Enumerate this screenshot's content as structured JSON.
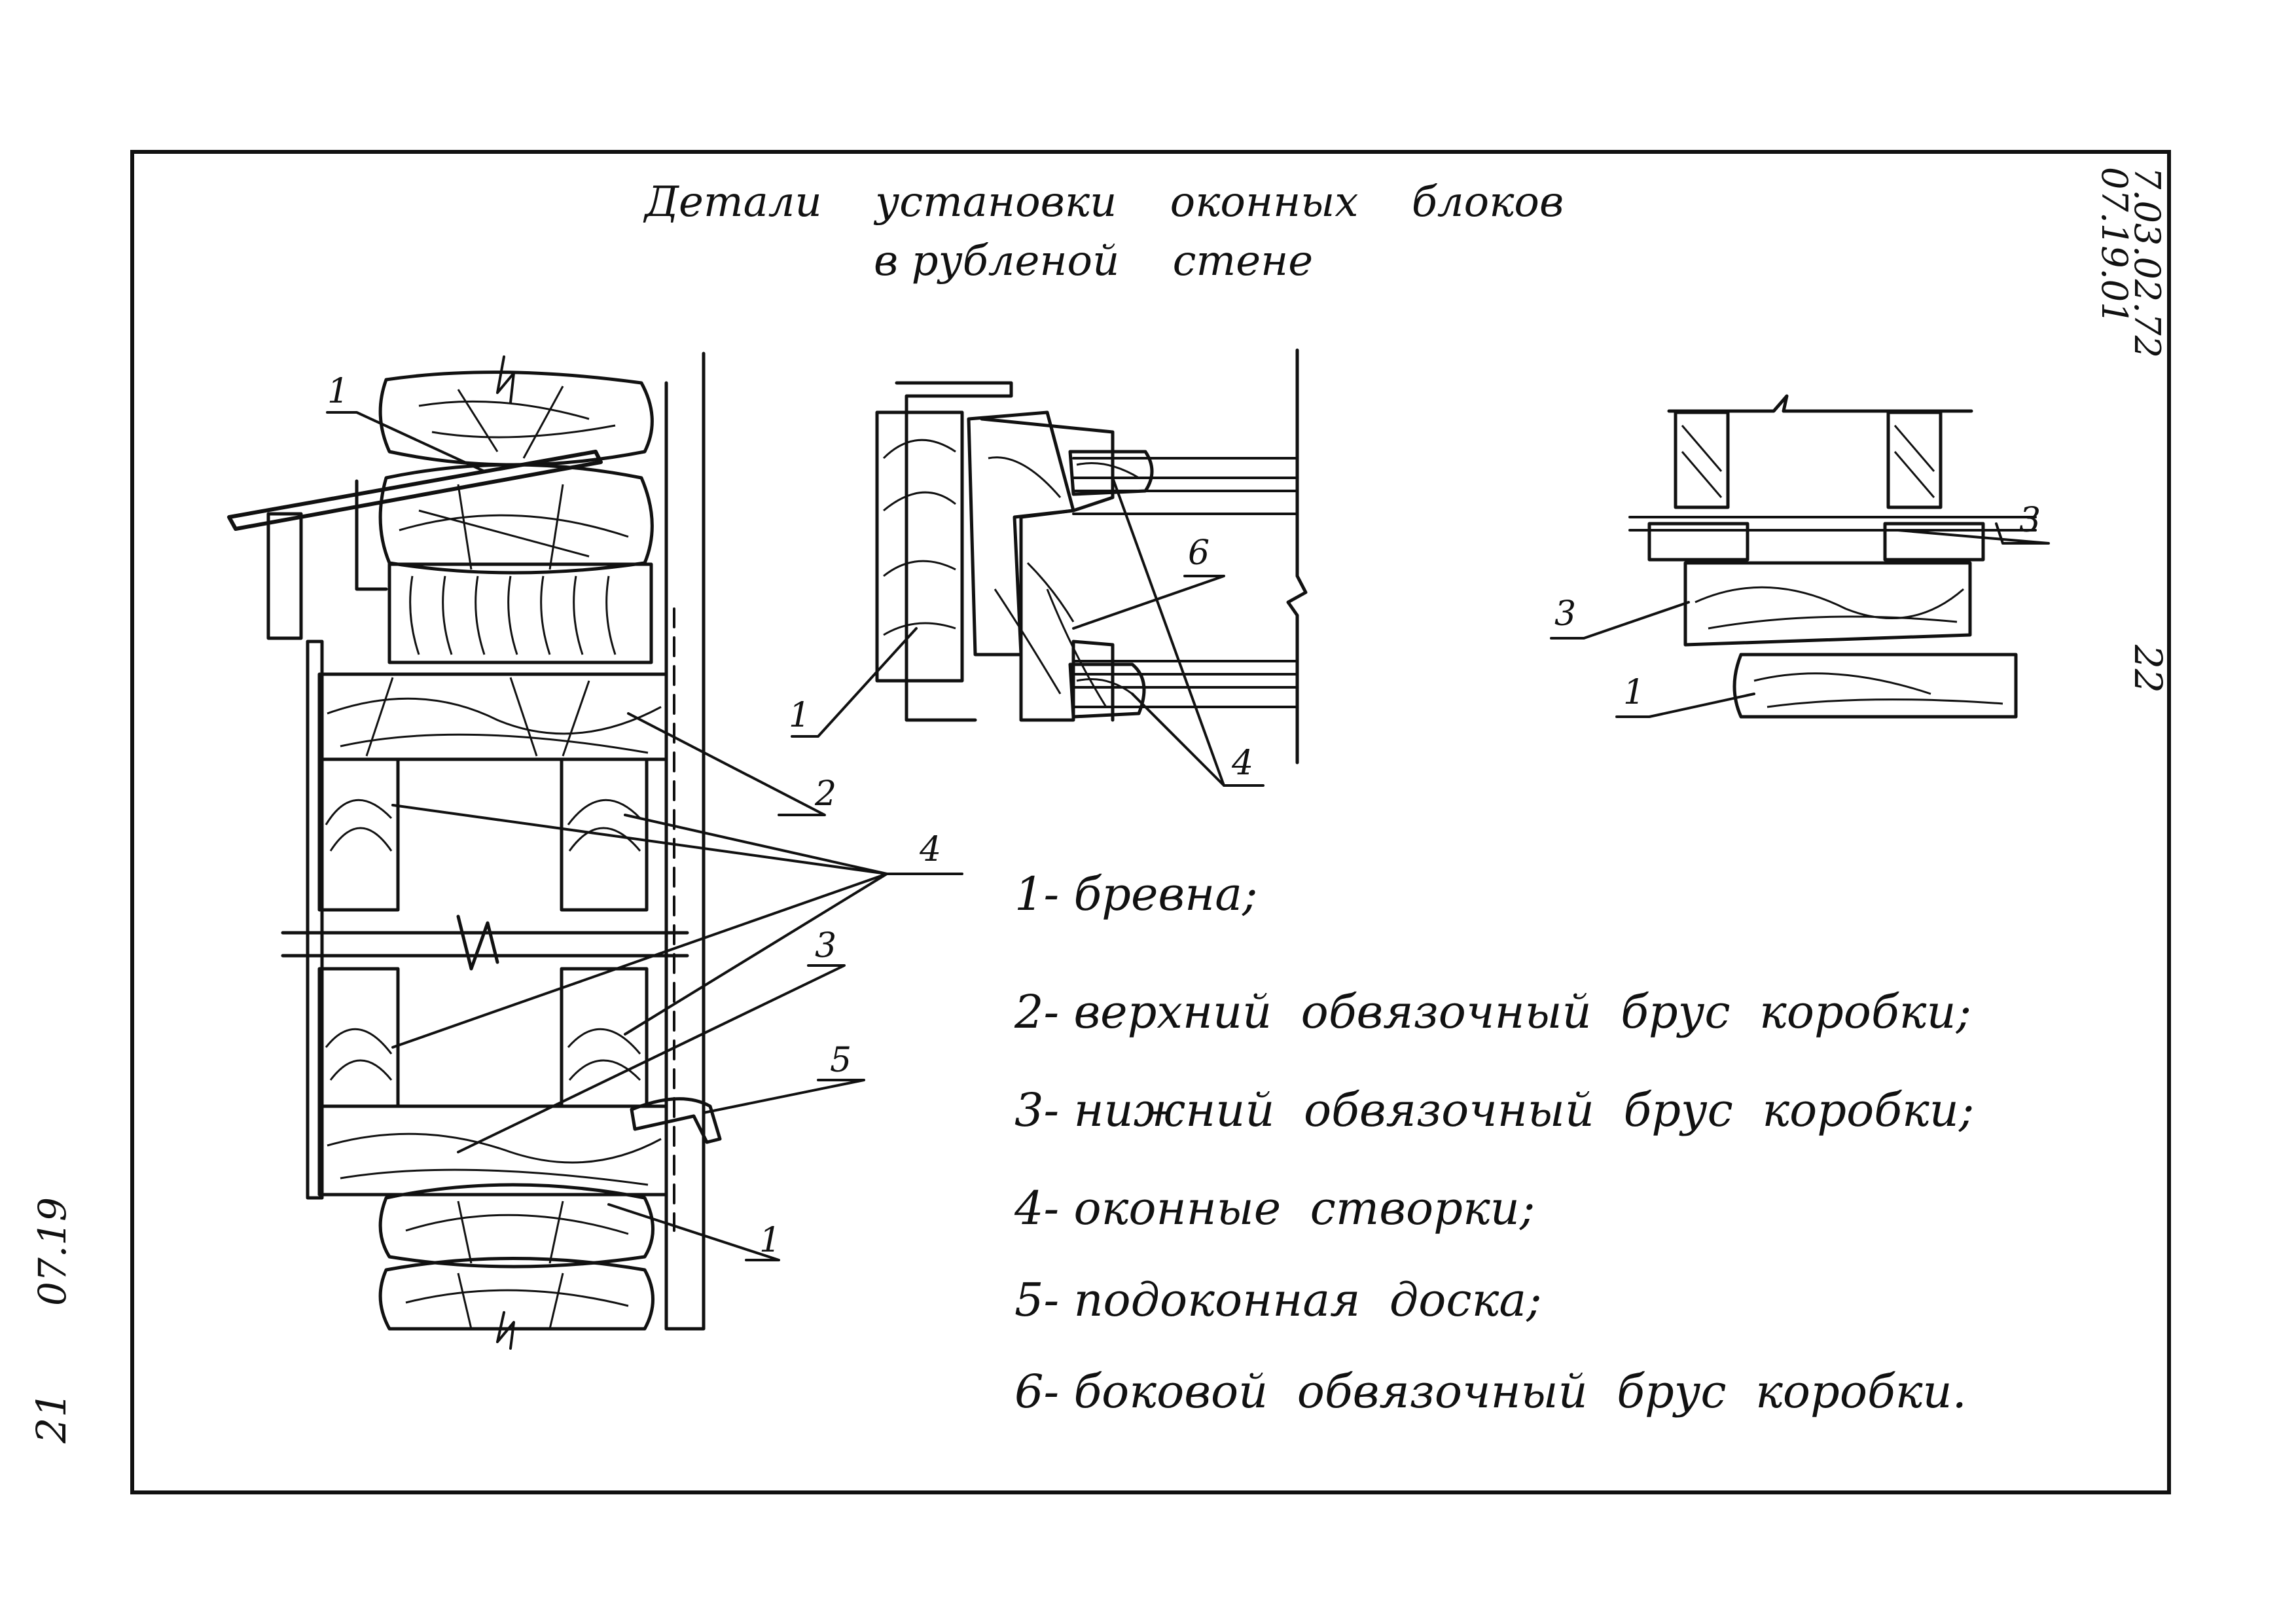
{
  "title": {
    "line1": "Детали    установки    оконных    блоков",
    "line2": "в рубленой    стене"
  },
  "side_code": {
    "line1": "7.03.02.72",
    "line2": "07.19.01"
  },
  "page_number": "22",
  "margin_code": "07.19",
  "margin_number": "21",
  "callouts": {
    "c1": "1",
    "c2": "2",
    "c3": "3",
    "c4": "4",
    "c5": "5",
    "c6": "6"
  },
  "legend": [
    "1- бревна;",
    "2- верхний  обвязочный  брус  коробки;",
    "3- нижний  обвязочный  брус  коробки;",
    "4- оконные  створки;",
    "5- подоконная  доска;",
    "6- боковой  обвязочный  брус  коробки."
  ]
}
